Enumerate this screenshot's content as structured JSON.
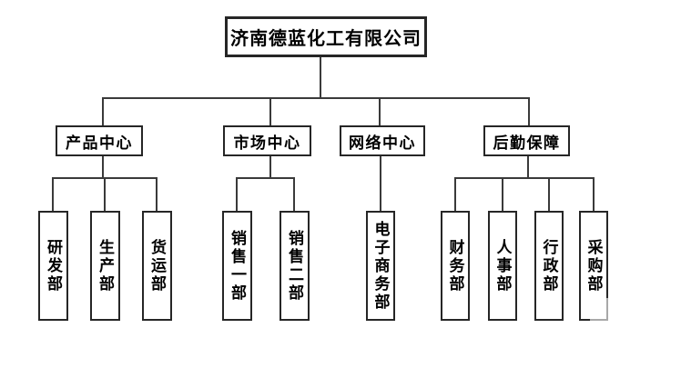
{
  "title": "济南德蓝化工有限公司",
  "diagram_type": "org-chart",
  "colors": {
    "background": "#ffffff",
    "box_border": "#262626",
    "connector_line": "#3a3a3a",
    "text": "#000000"
  },
  "centers": [
    {
      "label": "产品中心",
      "departments": [
        "研发部",
        "生产部",
        "货运部"
      ]
    },
    {
      "label": "市场中心",
      "departments": [
        "销售一部",
        "销售二部"
      ]
    },
    {
      "label": "网络中心",
      "departments": [
        "电子商务部"
      ]
    },
    {
      "label": "后勤保障",
      "departments": [
        "财务部",
        "人事部",
        "行政部",
        "采购部"
      ]
    }
  ]
}
